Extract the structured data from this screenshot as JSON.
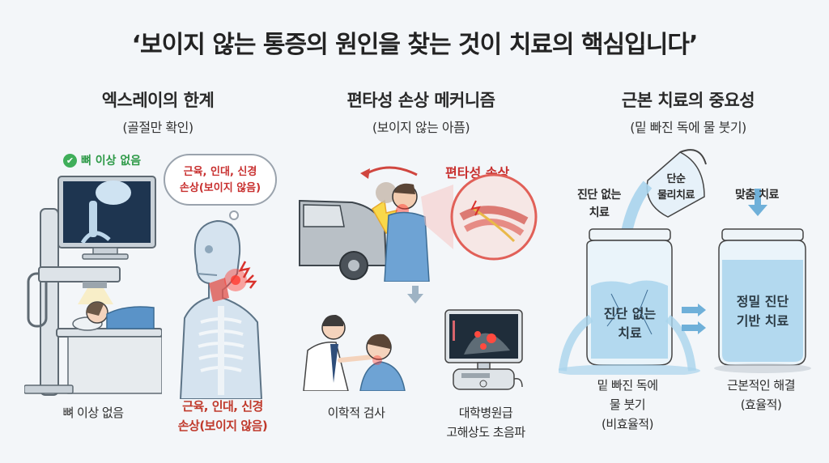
{
  "title": "‘보이지 않는 통증의 원인을 찾는 것이 치료의 핵심입니다’",
  "panels": [
    {
      "heading": "엑스레이의 한계",
      "subheading": "(골절만 확인)",
      "badge": "뼈 이상 없음",
      "thought_bubble": [
        "근육, 인대, 신경",
        "손상(보이지 않음)"
      ],
      "captions": [
        {
          "text": "뼈 이상 없음"
        },
        {
          "lines": [
            "근육, 인대, 신경",
            "손상(보이지 않음)"
          ]
        }
      ]
    },
    {
      "heading": "편타성 손상 메커니즘",
      "subheading": "(보이지 않는 아픔)",
      "injury_label": "편타성 손상",
      "captions": [
        {
          "text": "이학적 검사"
        },
        {
          "lines": [
            "대학병원급",
            "고해상도 초음파"
          ]
        }
      ]
    },
    {
      "heading": "근본 치료의 중요성",
      "subheading": "(밑 빠진 독에 물 붓기)",
      "left_label": [
        "진단 없는",
        "치료"
      ],
      "pitcher_label": [
        "단순",
        "물리치료"
      ],
      "right_label": "맞춤 치료",
      "broken_jar_label": [
        "진단 없는",
        "치료"
      ],
      "full_jar_label": [
        "정밀 진단",
        "기반 치료"
      ],
      "captions": [
        {
          "lines": [
            "밑 빠진 독에",
            "물 붓기",
            "(비효율적)"
          ]
        },
        {
          "lines": [
            "근본적인 해결",
            "(효율적)"
          ]
        }
      ]
    }
  ],
  "colors": {
    "background": "#f3f6f9",
    "accent_red": "#c8302f",
    "accent_green": "#3fae5a",
    "water_blue": "#a9d4ec",
    "arrow_blue": "#6fb0d9"
  },
  "icons": {
    "check": "✔"
  }
}
